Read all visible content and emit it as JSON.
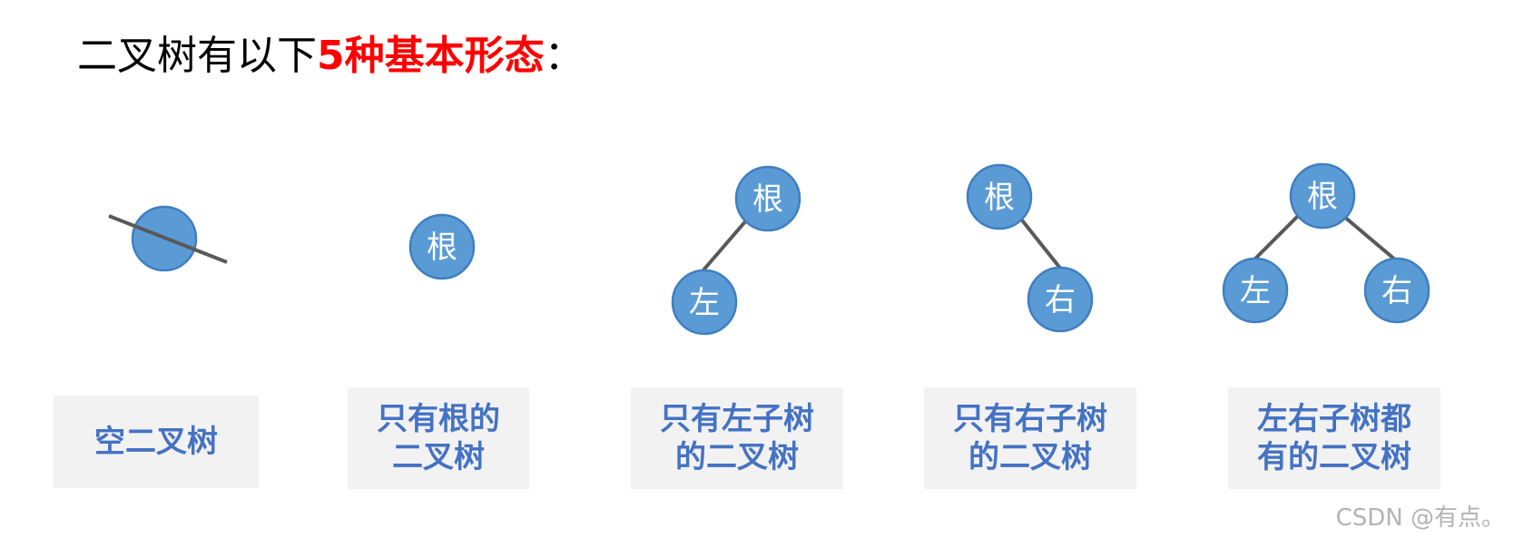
{
  "title": {
    "prefix": "二叉树有以下",
    "highlight": "5种基本形态",
    "suffix": "："
  },
  "nodes": {
    "root": "根",
    "left": "左",
    "right": "右"
  },
  "forms": [
    {
      "caption": "空二叉树"
    },
    {
      "caption": "只有根的\n二叉树"
    },
    {
      "caption": "只有左子树\n的二叉树"
    },
    {
      "caption": "只有右子树\n的二叉树"
    },
    {
      "caption": "左右子树都\n有的二叉树"
    }
  ],
  "colors": {
    "node_fill": "#5b9bd5",
    "caption_text": "#4472c4",
    "highlight": "#ff0000"
  },
  "watermark": "CSDN @有点。"
}
